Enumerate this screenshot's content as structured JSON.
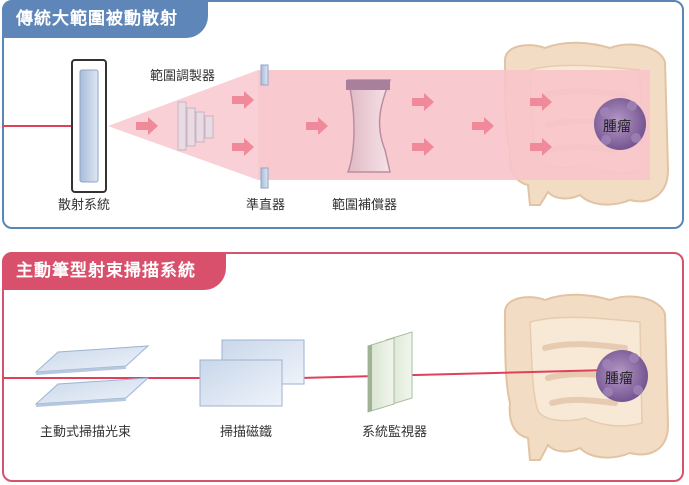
{
  "top_panel": {
    "title": "傳統大範圍被動散射",
    "labels": {
      "scatter_system": "散射系統",
      "range_modulator": "範圍調製器",
      "collimator": "準直器",
      "range_compensator": "範圍補償器",
      "tumor": "腫瘤"
    }
  },
  "bottom_panel": {
    "title": "主動筆型射束掃描系統",
    "labels": {
      "pencil_beam": "主動式掃描光束",
      "scanning_magnet": "掃描磁鐵",
      "monitor_system": "系統監視器",
      "tumor": "腫瘤"
    }
  },
  "colors": {
    "top_accent": "#5f86b8",
    "bottom_accent": "#d8506c",
    "beam": "#e0405c",
    "beam_field": "#f7c4cb",
    "arrow": "#f08a9a",
    "intestine": "#f3dcc4",
    "tumor": "#8a6aa3"
  }
}
